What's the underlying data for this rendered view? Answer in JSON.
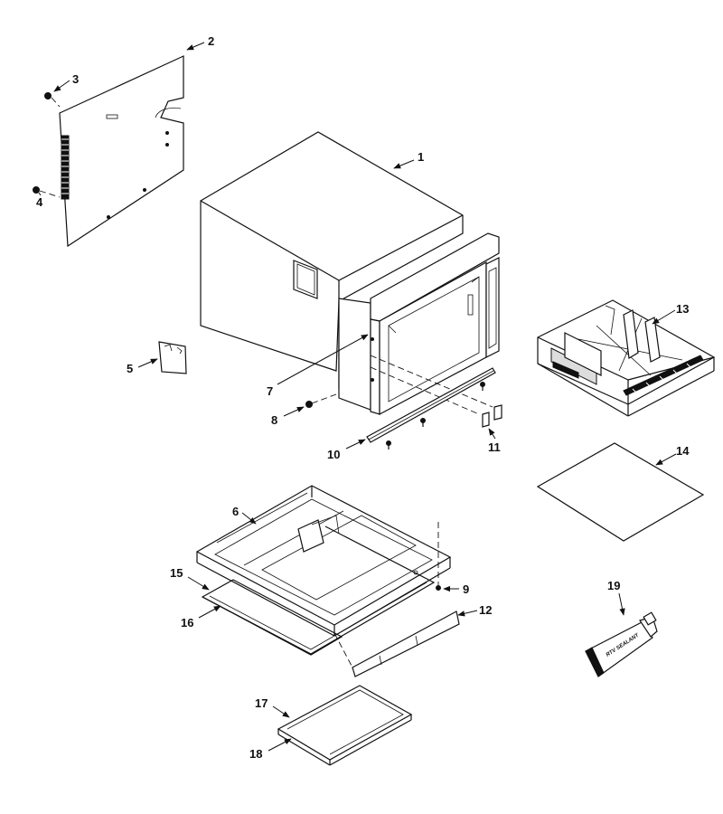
{
  "callouts": [
    {
      "id": "1",
      "label": "1"
    },
    {
      "id": "2",
      "label": "2"
    },
    {
      "id": "3",
      "label": "3"
    },
    {
      "id": "4",
      "label": "4"
    },
    {
      "id": "5",
      "label": "5"
    },
    {
      "id": "6",
      "label": "6"
    },
    {
      "id": "7",
      "label": "7"
    },
    {
      "id": "8",
      "label": "8"
    },
    {
      "id": "9",
      "label": "9"
    },
    {
      "id": "10",
      "label": "10"
    },
    {
      "id": "11",
      "label": "11"
    },
    {
      "id": "12",
      "label": "12"
    },
    {
      "id": "13",
      "label": "13"
    },
    {
      "id": "14",
      "label": "14"
    },
    {
      "id": "15",
      "label": "15"
    },
    {
      "id": "16",
      "label": "16"
    },
    {
      "id": "17",
      "label": "17"
    },
    {
      "id": "18",
      "label": "18"
    },
    {
      "id": "19",
      "label": "19"
    }
  ],
  "tube_label": "RTV SEALANT"
}
